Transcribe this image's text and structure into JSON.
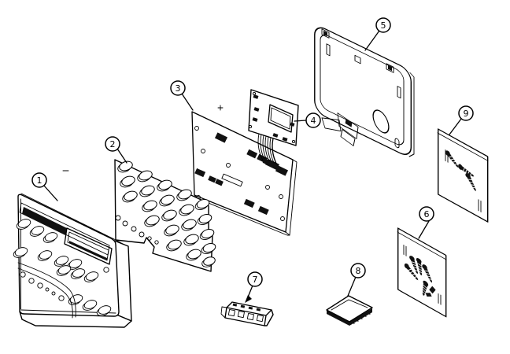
{
  "diagram": {
    "type": "exploded-parts-diagram",
    "description": "Exploded view line-art parts diagram with numbered callouts",
    "background_color": "#ffffff",
    "line_color": "#000000",
    "callouts": [
      {
        "label": "1",
        "part": "front-housing-panel"
      },
      {
        "label": "2",
        "part": "rubber-keypad"
      },
      {
        "label": "3",
        "part": "main-circuit-board"
      },
      {
        "label": "4",
        "part": "display-module"
      },
      {
        "label": "5",
        "part": "back-mounting-plate"
      },
      {
        "label": "6",
        "part": "hardware-bag"
      },
      {
        "label": "7",
        "part": "terminal-block"
      },
      {
        "label": "8",
        "part": "cover-plate"
      },
      {
        "label": "9",
        "part": "screw-bag"
      }
    ]
  }
}
